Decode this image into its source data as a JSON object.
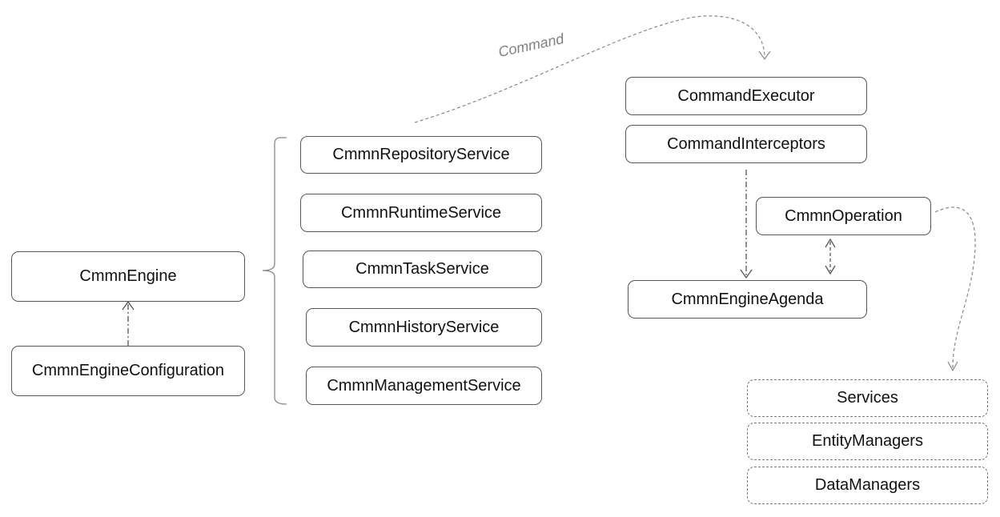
{
  "engine": {
    "engine_label": "CmmnEngine",
    "configuration_label": "CmmnEngineConfiguration"
  },
  "services": [
    "CmmnRepositoryService",
    "CmmnRuntimeService",
    "CmmnTaskService",
    "CmmnHistoryService",
    "CmmnManagementService"
  ],
  "command": {
    "arrow_label": "Command",
    "executor_label": "CommandExecutor",
    "interceptors_label": "CommandInterceptors",
    "operation_label": "CmmnOperation",
    "agenda_label": "CmmnEngineAgenda"
  },
  "internals": [
    "Services",
    "EntityManagers",
    "DataManagers"
  ]
}
